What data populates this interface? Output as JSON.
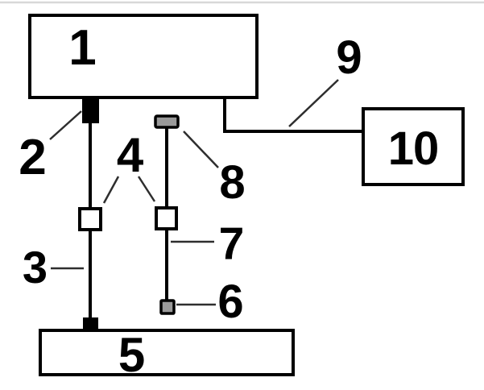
{
  "labels": {
    "l1": "1",
    "l2": "2",
    "l3": "3",
    "l4": "4",
    "l5": "5",
    "l6": "6",
    "l7": "7",
    "l8": "8",
    "l9": "9",
    "l10": "10"
  },
  "colors": {
    "line": "#000000",
    "pointer": "#2e2e2e",
    "black": "#000000",
    "gray": "#9a9a9a",
    "white": "#ffffff",
    "rule": "#d8d8d8",
    "background": "#ffffff"
  },
  "components": {
    "1": {
      "shape": "rectangle",
      "fill": "white",
      "position": "top-left"
    },
    "2": {
      "shape": "small-square",
      "fill": "black",
      "position": "under-box-1"
    },
    "3": {
      "shape": "vertical-line",
      "position": "left-column"
    },
    "4": {
      "shape": "two-small-squares",
      "fill": "white",
      "position": "middle-of-both-columns"
    },
    "5": {
      "shape": "wide-rectangle",
      "fill": "white",
      "position": "bottom"
    },
    "6": {
      "shape": "small-square",
      "fill": "gray",
      "position": "bottom-of-second-column"
    },
    "7": {
      "shape": "vertical-line",
      "position": "second-column"
    },
    "8": {
      "shape": "small-rectangle",
      "fill": "gray",
      "position": "top-of-second-column"
    },
    "9": {
      "shape": "connector-line",
      "position": "box-1-to-box-10"
    },
    "10": {
      "shape": "rectangle",
      "fill": "white",
      "position": "right"
    }
  }
}
